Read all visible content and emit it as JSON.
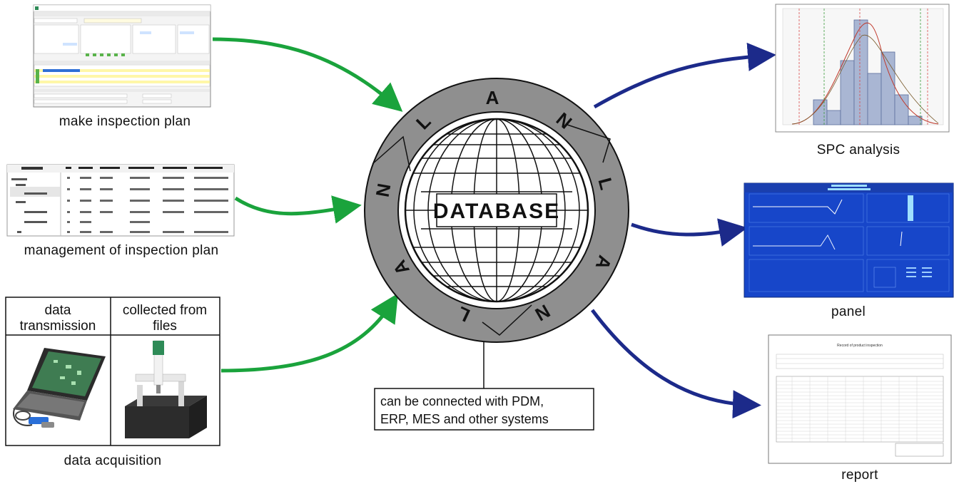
{
  "center": {
    "title": "DATABASE",
    "ring_letters": [
      "A",
      "N",
      "L",
      "A",
      "N",
      "L",
      "A",
      "N",
      "L"
    ]
  },
  "connector_note": {
    "line1": "can be connected with PDM,",
    "line2": "ERP, MES and other systems"
  },
  "inputs": {
    "make_plan": {
      "caption": "make inspection plan"
    },
    "manage_plan": {
      "caption": "management of inspection plan"
    },
    "acquisition": {
      "caption": "data acquisition",
      "col1_line1": "data",
      "col1_line2": "transmission",
      "col2_line1": "collected from",
      "col2_line2": "files"
    }
  },
  "outputs": {
    "spc": {
      "caption": "SPC analysis"
    },
    "panel": {
      "caption": "panel"
    },
    "report": {
      "caption": "report",
      "doc_title": "Record of product inspection"
    }
  },
  "colors": {
    "input_arrow": "#1aa33c",
    "output_arrow": "#1c2a8a",
    "ring": "#8f8f8f",
    "panel_bg": "#1746c9",
    "histogram": "#a9b6d3"
  }
}
